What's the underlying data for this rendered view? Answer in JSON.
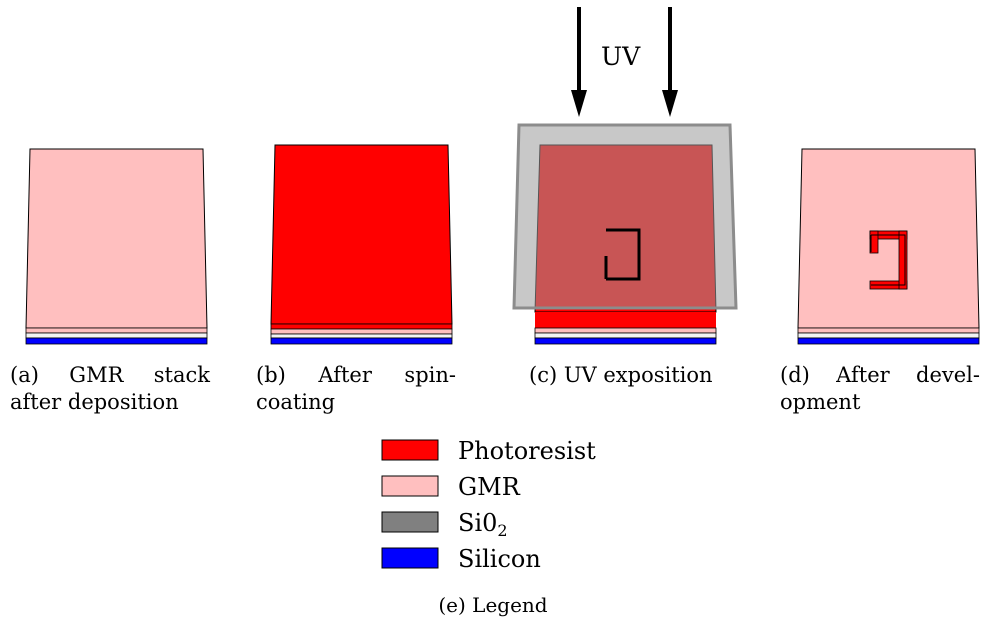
{
  "uv_label": "UV",
  "panels": [
    {
      "id": "a",
      "caption_line1": "(a) GMR stack",
      "caption_line2": "after deposition"
    },
    {
      "id": "b",
      "caption_line1": "(b) After spin-",
      "caption_line2": "coating"
    },
    {
      "id": "c",
      "caption_line1": "(c) UV exposition",
      "caption_line2": ""
    },
    {
      "id": "d",
      "caption_line1": "(d) After devel-",
      "caption_line2": "opment"
    }
  ],
  "legend": {
    "items": [
      {
        "label": "Photoresist",
        "color": "#ff0000"
      },
      {
        "label": "GMR",
        "color": "#ffbfbf"
      },
      {
        "label": "Si0",
        "subscript": "2",
        "color": "#808080"
      },
      {
        "label": "Silicon",
        "color": "#0000ff"
      }
    ],
    "caption": "(e) Legend"
  },
  "colors": {
    "photoresist": "#ff0000",
    "gmr": "#ffbfbf",
    "sio2": "#808080",
    "silicon": "#0000ff",
    "mask": "#b3b3b3",
    "exposed_resist": "#d42a2a",
    "outline": "#000000"
  }
}
